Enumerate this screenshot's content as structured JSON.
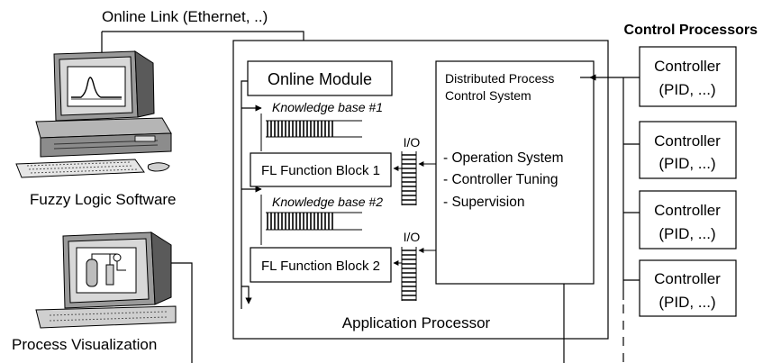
{
  "labels": {
    "online_link": "Online Link (Ethernet, ..)",
    "control_processors": "Control Processors",
    "fuzzy_logic_software": "Fuzzy Logic Software",
    "process_visualization": "Process Visualization",
    "online_module": "Online Module",
    "dpcs_line1": "Distributed Process",
    "dpcs_line2": "Control System",
    "kb1": "Knowledge base #1",
    "kb2": "Knowledge base #2",
    "io_top": "I/O",
    "io_bottom": "I/O",
    "fb1": "FL Function Block 1",
    "fb2": "FL Function Block 2",
    "feature1": "- Operation System",
    "feature2": "- Controller Tuning",
    "feature3": "- Supervision",
    "application_processor": "Application Processor"
  },
  "controllers": [
    {
      "line1": "Controller",
      "line2": "(PID, ...)"
    },
    {
      "line1": "Controller",
      "line2": "(PID, ...)"
    },
    {
      "line1": "Controller",
      "line2": "(PID, ...)"
    },
    {
      "line1": "Controller",
      "line2": "(PID, ...)"
    }
  ],
  "icons": {
    "computer": "desktop-computer-icon",
    "visualization": "process-monitor-icon"
  }
}
